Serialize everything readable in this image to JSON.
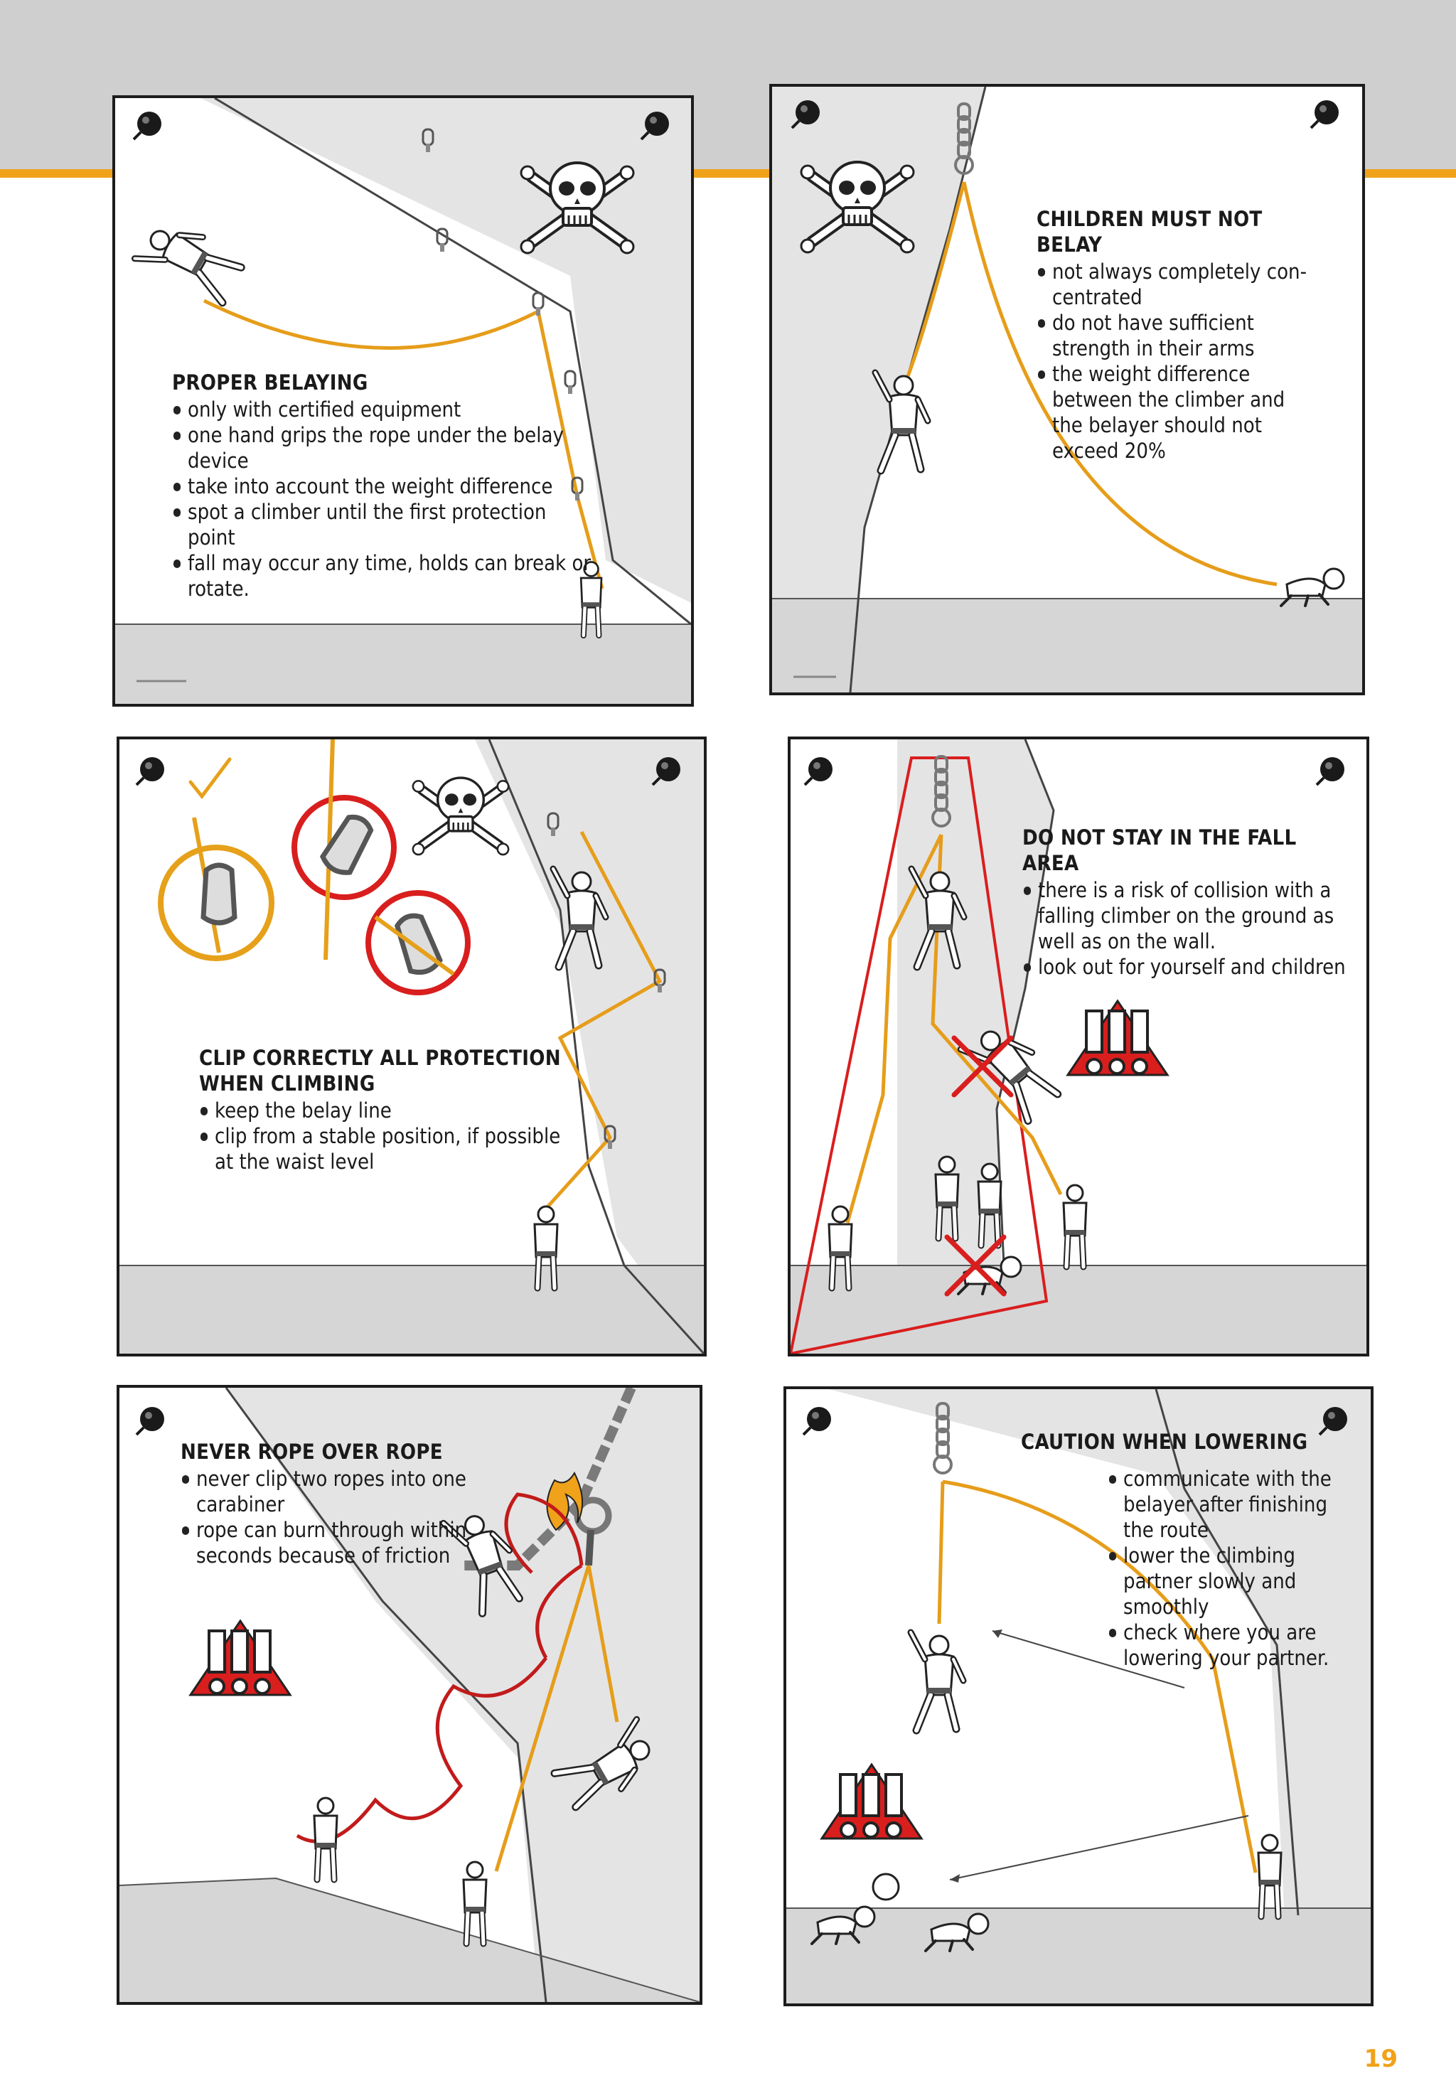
{
  "page": {
    "number": "19"
  },
  "panels": [
    {
      "title": "PROPER BELAYING",
      "bullets": [
        "only with certified equipment",
        "one hand grips the rope under the belay device",
        "take into account the weight difference",
        "spot a climber until the first protection point",
        "fall may occur any time, holds can break or rotate."
      ]
    },
    {
      "title": "CHILDREN MUST NOT BELAY",
      "bullets": [
        "not always completely con-centrated",
        "do not have sufficient strength in their arms",
        "the weight difference between the climber and the belayer should not exceed 20%"
      ]
    },
    {
      "title": "CLIP CORRECTLY ALL PROTECTION WHEN CLIMBING",
      "bullets": [
        "keep the belay line",
        "clip from a stable position, if possible at the waist level"
      ]
    },
    {
      "title": "DO NOT STAY IN THE FALL AREA",
      "bullets": [
        "there is a risk of collision with a falling climber on the ground as well as on the wall.",
        "look out for yourself and children"
      ]
    },
    {
      "title": "NEVER ROPE OVER ROPE",
      "bullets": [
        "never clip two ropes into one carabiner",
        "rope can burn through within seconds because of friction"
      ]
    },
    {
      "title": "CAUTION WHEN LOWERING",
      "bullets": [
        "communicate with the belayer after finishing the route",
        "lower the climbing partner slowly and smoothly",
        "check where you are lowering your partner."
      ]
    }
  ]
}
